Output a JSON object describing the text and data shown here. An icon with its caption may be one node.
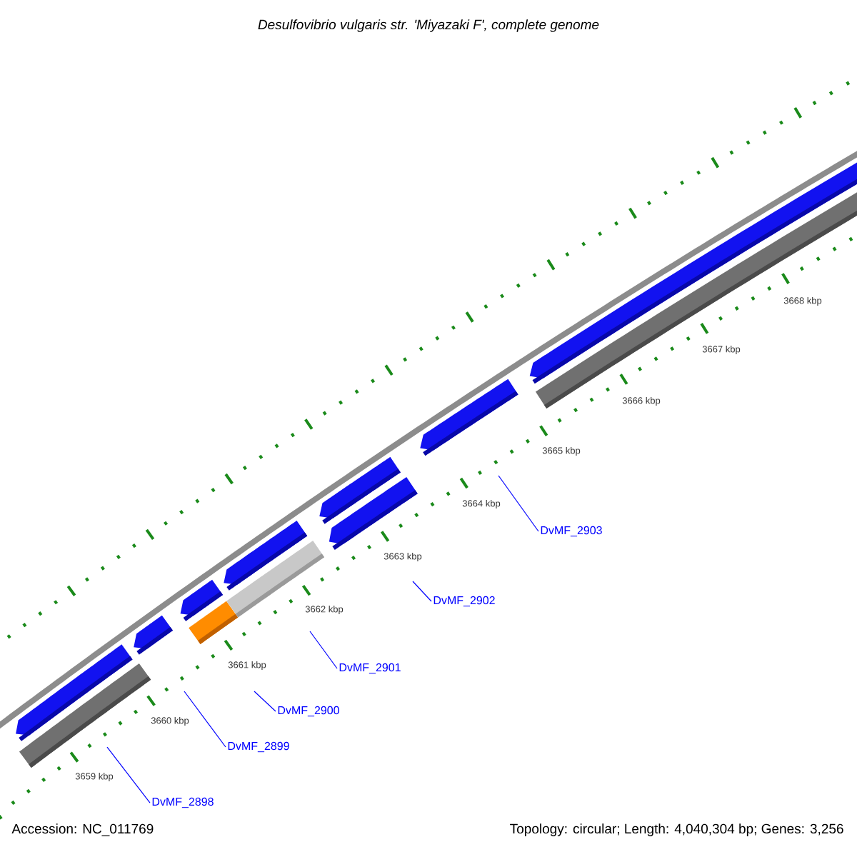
{
  "diagram": {
    "title": "Desulfovibrio vulgaris str. 'Miyazaki F', complete genome",
    "nodes": [
      {
        "text": [
          "DvMF_2903"
        ]
      },
      {
        "text": [
          "DvMF_2902"
        ]
      },
      {
        "text": [
          "DvMF_2901"
        ]
      },
      {
        "text": [
          "DvMF_2900"
        ]
      },
      {
        "text": [
          "DvMF_2899"
        ]
      },
      {
        "text": [
          "DvMF_2898"
        ]
      }
    ],
    "edges": [
      {
        "from": 0,
        "to": null,
        "arrow": "none"
      },
      {
        "from": 1,
        "to": null,
        "arrow": "none"
      },
      {
        "from": 2,
        "to": null,
        "arrow": "none"
      },
      {
        "from": 3,
        "to": null,
        "arrow": "none"
      },
      {
        "from": 4,
        "to": null,
        "arrow": "none"
      },
      {
        "from": 5,
        "to": null,
        "arrow": "none"
      }
    ],
    "labels": [
      "3668 kbp",
      "3667 kbp",
      "3666 kbp",
      "3665 kbp",
      "3664 kbp",
      "3663 kbp",
      "3662 kbp",
      "3661 kbp",
      "3660 kbp",
      "3659 kbp",
      "Accession: NC_011769",
      "Topology: circular; Length: 4,040,304 bp; Genes: 3,256"
    ]
  }
}
